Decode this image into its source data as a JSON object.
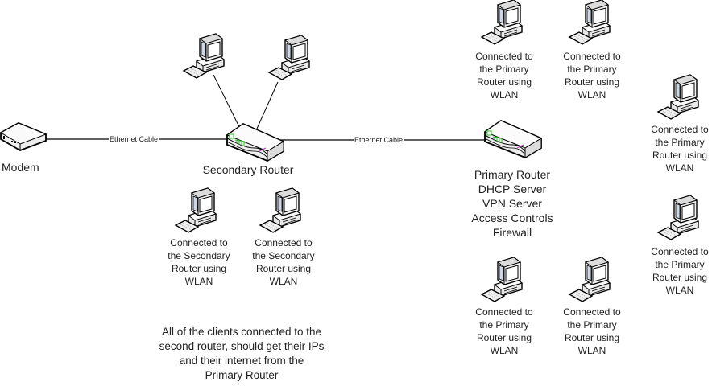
{
  "diagram": {
    "title": "Network topology with primary and secondary routers",
    "nodes": {
      "modem": {
        "label": "Modem"
      },
      "secondary_router": {
        "label": "Secondary Router"
      },
      "primary_router": {
        "label": "Primary Router\nDHCP Server\nVPN Server\nAccess Controls\nFirewall",
        "lines": [
          "Primary Router",
          "DHCP Server",
          "VPN Server",
          "Access Controls",
          "Firewall"
        ]
      }
    },
    "links": [
      {
        "from": "modem",
        "to": "secondary_router",
        "label": "Ethernet Cable"
      },
      {
        "from": "secondary_router",
        "to": "primary_router",
        "label": "Ethernet Cable"
      },
      {
        "from": "secondary_router",
        "to": "wired-pc-1",
        "label": ""
      },
      {
        "from": "secondary_router",
        "to": "wired-pc-2",
        "label": ""
      }
    ],
    "secondary_clients": [
      {
        "label": "Connected to\nthe Secondary\nRouter using\nWLAN"
      },
      {
        "label": "Connected to\nthe Secondary\nRouter using\nWLAN"
      }
    ],
    "primary_clients": [
      {
        "label": "Connected to\nthe Primary\nRouter using\nWLAN"
      },
      {
        "label": "Connected to\nthe Primary\nRouter using\nWLAN"
      },
      {
        "label": "Connected to\nthe Primary\nRouter using\nWLAN"
      },
      {
        "label": "Connected to\nthe Primary\nRouter using\nWLAN"
      },
      {
        "label": "Connected to\nthe Primary\nRouter using\nWLAN"
      },
      {
        "label": "Connected to\nthe Primary\nRouter using\nWLAN"
      }
    ],
    "note": "All of the clients connected to the\nsecond router, should get their IPs\nand their internet from the\nPrimary Router"
  },
  "colors": {
    "line": "#000000",
    "led_green": "#2fbf2f",
    "accent_magenta": "#c040c0",
    "device_fill": "#f2f2f2"
  }
}
